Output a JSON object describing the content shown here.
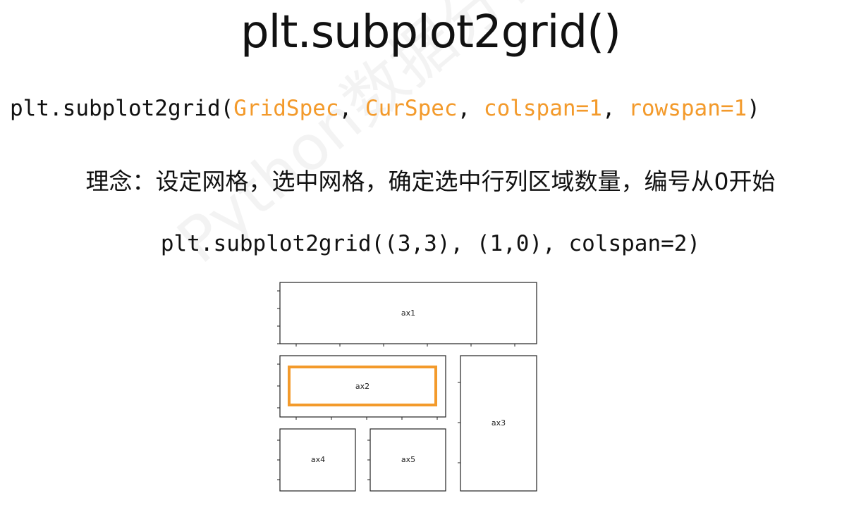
{
  "title": "plt.subplot2grid()",
  "signature": {
    "prefix": "plt.subplot2grid(",
    "arg1": "GridSpec",
    "sep1": ", ",
    "arg2": "CurSpec",
    "sep2": ", ",
    "arg3": "colspan=1",
    "sep3": ", ",
    "arg4": "rowspan=1",
    "suffix": ")"
  },
  "concept": "理念：设定网格，选中网格，确定选中行列区域数量，编号从0开始",
  "example": "plt.subplot2grid((3,3), (1,0), colspan=2)",
  "watermark": "Python数据分析与展示",
  "colors": {
    "highlight": "#f39a2b",
    "text": "#111111",
    "axis": "#222222"
  },
  "axes": [
    {
      "label": "ax1",
      "highlighted": false
    },
    {
      "label": "ax2",
      "highlighted": true
    },
    {
      "label": "ax3",
      "highlighted": false
    },
    {
      "label": "ax4",
      "highlighted": false
    },
    {
      "label": "ax5",
      "highlighted": false
    }
  ]
}
